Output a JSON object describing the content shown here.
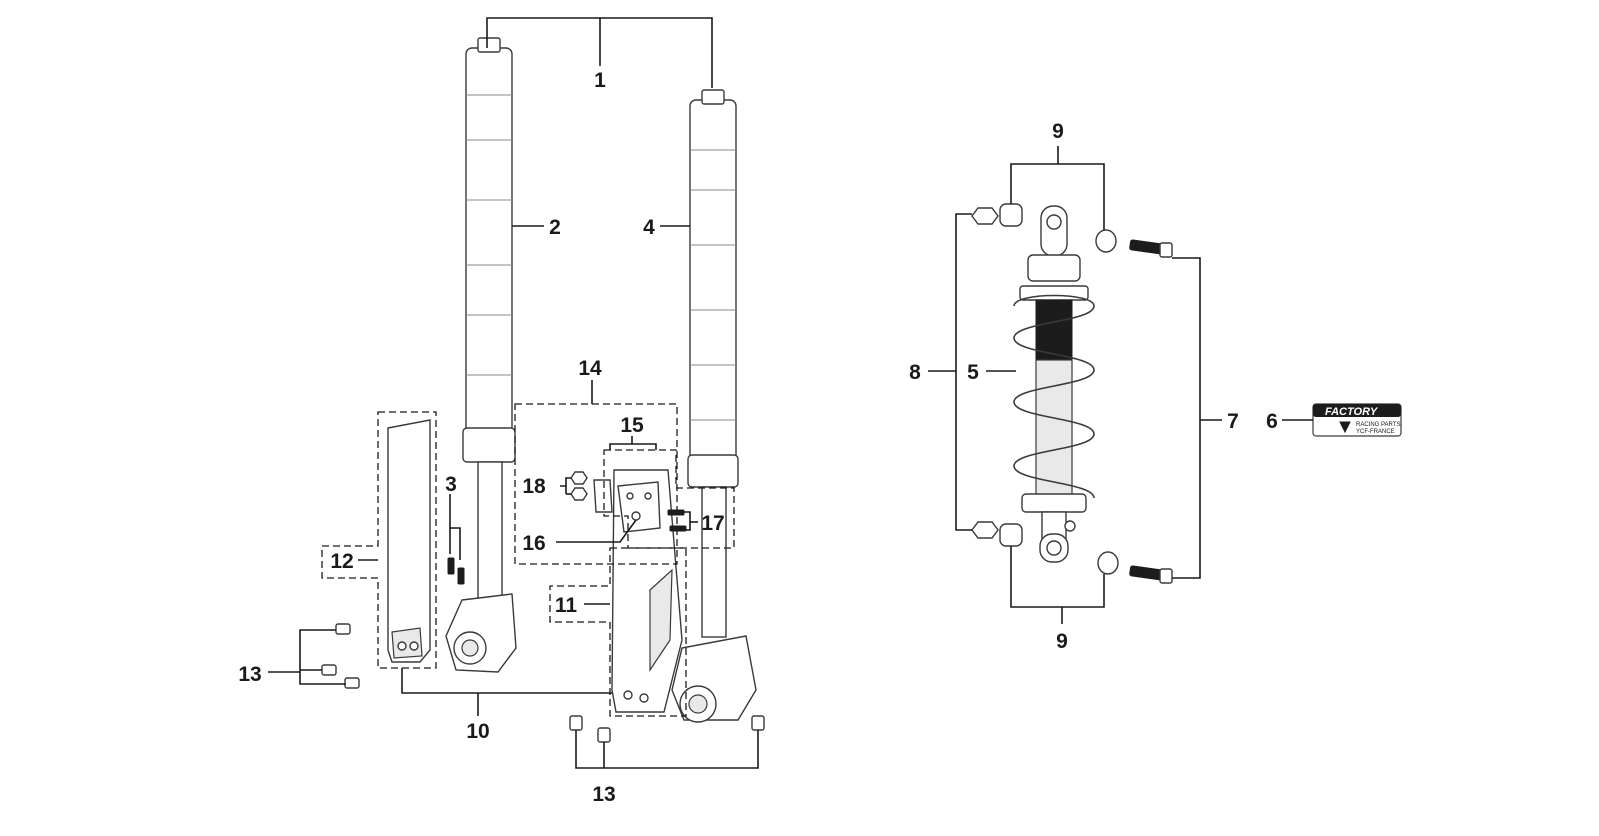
{
  "callouts": {
    "c1": "1",
    "c2": "2",
    "c3": "3",
    "c4": "4",
    "c5": "5",
    "c6": "6",
    "c7": "7",
    "c8": "8",
    "c9_top": "9",
    "c9_bottom": "9",
    "c10": "10",
    "c11": "11",
    "c12": "12",
    "c13_left": "13",
    "c13_bottom": "13",
    "c14": "14",
    "c15": "15",
    "c16": "16",
    "c17": "17",
    "c18": "18"
  },
  "decal": {
    "brand": "FACTORY",
    "line1": "RACING PARTS",
    "line2": "YCF-FRANCE"
  }
}
